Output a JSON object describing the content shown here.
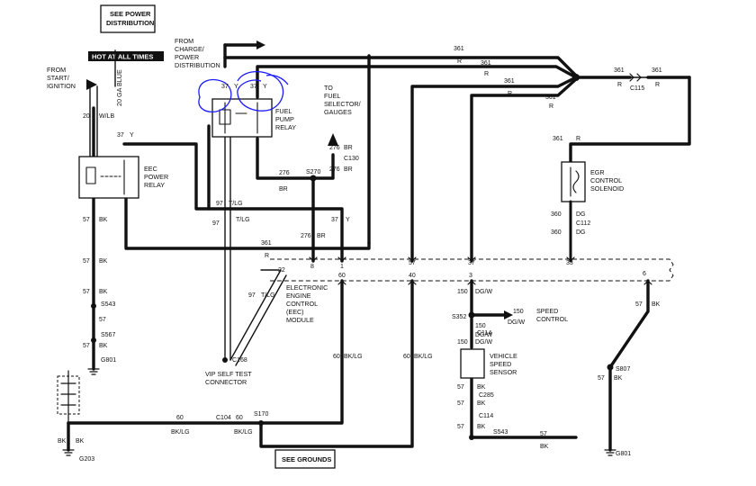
{
  "labels": {
    "see_power_distribution": [
      "SEE POWER",
      "DISTRIBUTION"
    ],
    "hot_at_all_times": "HOT AT ALL TIMES",
    "from_charge": [
      "FROM",
      "CHARGE/",
      "POWER",
      "DISTRIBUTION"
    ],
    "from_start": [
      "FROM",
      "START/",
      "IGNITION"
    ],
    "to_fuel": [
      "TO",
      "FUEL",
      "SELECTOR/",
      "GAUGES"
    ],
    "fuel_pump_relay": [
      "FUEL",
      "PUMP",
      "RELAY"
    ],
    "eec_power_relay": [
      "EEC",
      "POWER",
      "RELAY"
    ],
    "egr_solenoid": [
      "EGR",
      "CONTROL",
      "SOLENOID"
    ],
    "eec_module": [
      "ELECTRONIC",
      "ENGINE",
      "CONTROL",
      "(EEC)",
      "MODULE"
    ],
    "vip_connector": [
      "VIP SELF TEST",
      "CONNECTOR"
    ],
    "speed_control": [
      "SPEED",
      "CONTROL"
    ],
    "vehicle_speed_sensor": [
      "VEHICLE",
      "SPEED",
      "SENSOR"
    ],
    "see_grounds": "SEE GROUNDS",
    "ga_blue": "20 GA BLUE"
  },
  "wire_tags": {
    "w361_top1": "361",
    "r_top1": "R",
    "w361_top2": "361",
    "r_top2": "R",
    "w361_top3": "361",
    "r_top3": "R",
    "w361_top4": "361",
    "r_top4": "R",
    "w361_right1": "361",
    "r_right1": "R",
    "w361_right2": "361",
    "r_right2": "R",
    "c115": "C115",
    "w361_egr": "361",
    "r_egr": "R",
    "w360_1": "360",
    "dg_1": "DG",
    "c112": "C112",
    "w360_2": "360",
    "dg_2": "DG",
    "w20": "20",
    "wlb": "W/LB",
    "w37_left": "37",
    "y_left": "Y",
    "w37_fp1": "37",
    "y_fp1": "Y",
    "w37_fp2": "37",
    "y_fp2": "Y",
    "w276_1": "276",
    "br_1": "BR",
    "w276_2": "276",
    "br_2": "BR",
    "c130": "C130",
    "w276_3": "276",
    "br_3": "BR",
    "s270": "S270",
    "w276_4": "276",
    "br_4": "BR",
    "w37_mid": "37",
    "y_mid": "Y",
    "w97_1": "97",
    "tlg_1": "T/LG",
    "w97_2": "97",
    "tlg_2": "T/LG",
    "w97_3": "97",
    "tlg_3": "T/LG",
    "w361_mid": "361",
    "r_mid": "R",
    "w57_1": "57",
    "bk_1": "BK",
    "w57_2": "57",
    "bk_2": "BK",
    "w57_3": "57",
    "bk_3": "BK",
    "s543_l": "S543",
    "s567": "S567",
    "w57_4": "57",
    "bk_4": "BK",
    "g801_l": "G801",
    "w57_5": "57",
    "bk_5": "BK",
    "g203": "G203",
    "c168": "C168",
    "w60_1": "60",
    "bklg_1": "BK/LG",
    "c104": "C104",
    "w60_2": "60",
    "bklg_2": "BK/LG",
    "s170": "S170",
    "w60_3": "60",
    "bklg_3": "BK/LG",
    "w60_4": "60",
    "bklg_4": "BK/LG",
    "w150_1": "150",
    "dgw_1": "DG/W",
    "s352": "S352",
    "w150_2": "150",
    "dgw_2": "DG/W",
    "w150_3": "150",
    "dgw_3": "DG/W",
    "c114_1": "C114",
    "w150_4": "150",
    "dgw_4": "DG/W",
    "w57_6": "57",
    "bk_6": "BK",
    "c285": "C285",
    "w57_7": "57",
    "bk_7": "BK",
    "c114_2": "C114",
    "w57_8": "57",
    "bk_8": "BK",
    "s543_b": "S543",
    "w57_9": "57",
    "bk_9": "BK",
    "w57_10": "57",
    "bk_10": "BK",
    "s807": "S807",
    "w57_11": "57",
    "bk_11": "BK",
    "g801_r": "G801"
  },
  "pins": {
    "p8": "8",
    "p1": "1",
    "p57": "57",
    "p37": "37",
    "p33": "33",
    "p22": "22",
    "p60": "60",
    "p40": "40",
    "p3": "3",
    "p6": "6"
  },
  "colors": {
    "wire": "#111111",
    "annotation": "#1a1aff"
  }
}
